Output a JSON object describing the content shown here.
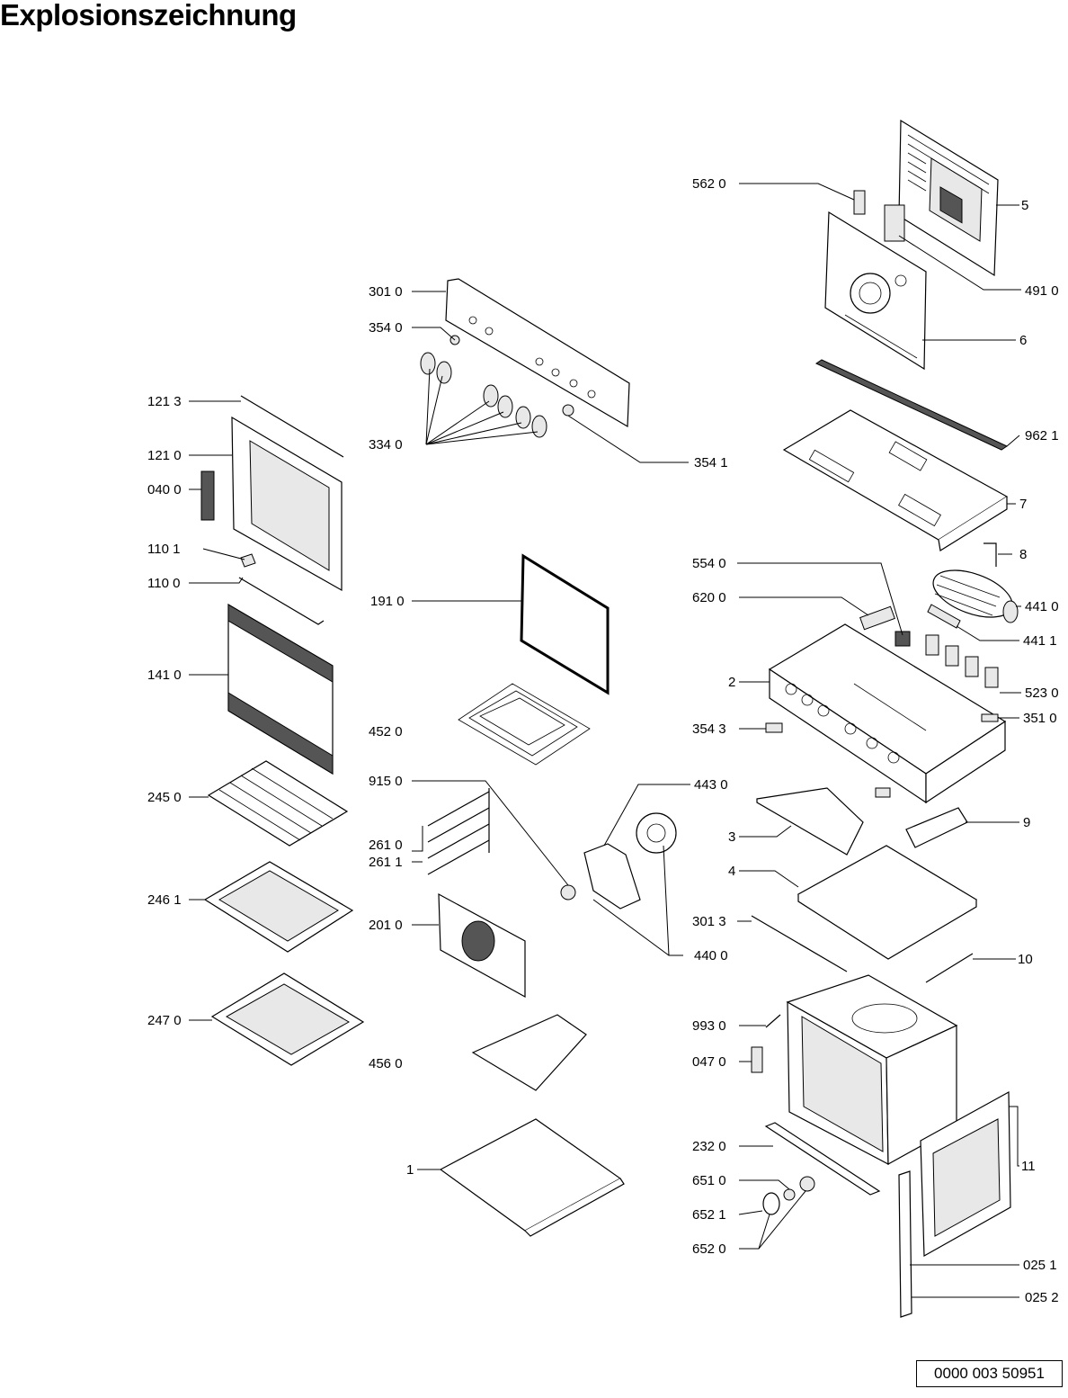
{
  "title": "Explosionszeichnung",
  "document_number": "0000 003 50951",
  "callouts": [
    "562 0",
    "5",
    "491 0",
    "301 0",
    "354 0",
    "6",
    "121 3",
    "121 0",
    "040 0",
    "334 0",
    "354 1",
    "962 1",
    "7",
    "110 1",
    "110 0",
    "191 0",
    "554 0",
    "8",
    "620 0",
    "441 0",
    "441 1",
    "141 0",
    "2",
    "523 0",
    "452 0",
    "354 3",
    "351 0",
    "915 0",
    "443 0",
    "245 0",
    "261 0",
    "261 1",
    "3",
    "9",
    "4",
    "246 1",
    "201 0",
    "301 3",
    "440 0",
    "10",
    "247 0",
    "993 0",
    "047 0",
    "456 0",
    "232 0",
    "1",
    "11",
    "651 0",
    "652 1",
    "652 0",
    "025 1",
    "025 2"
  ]
}
